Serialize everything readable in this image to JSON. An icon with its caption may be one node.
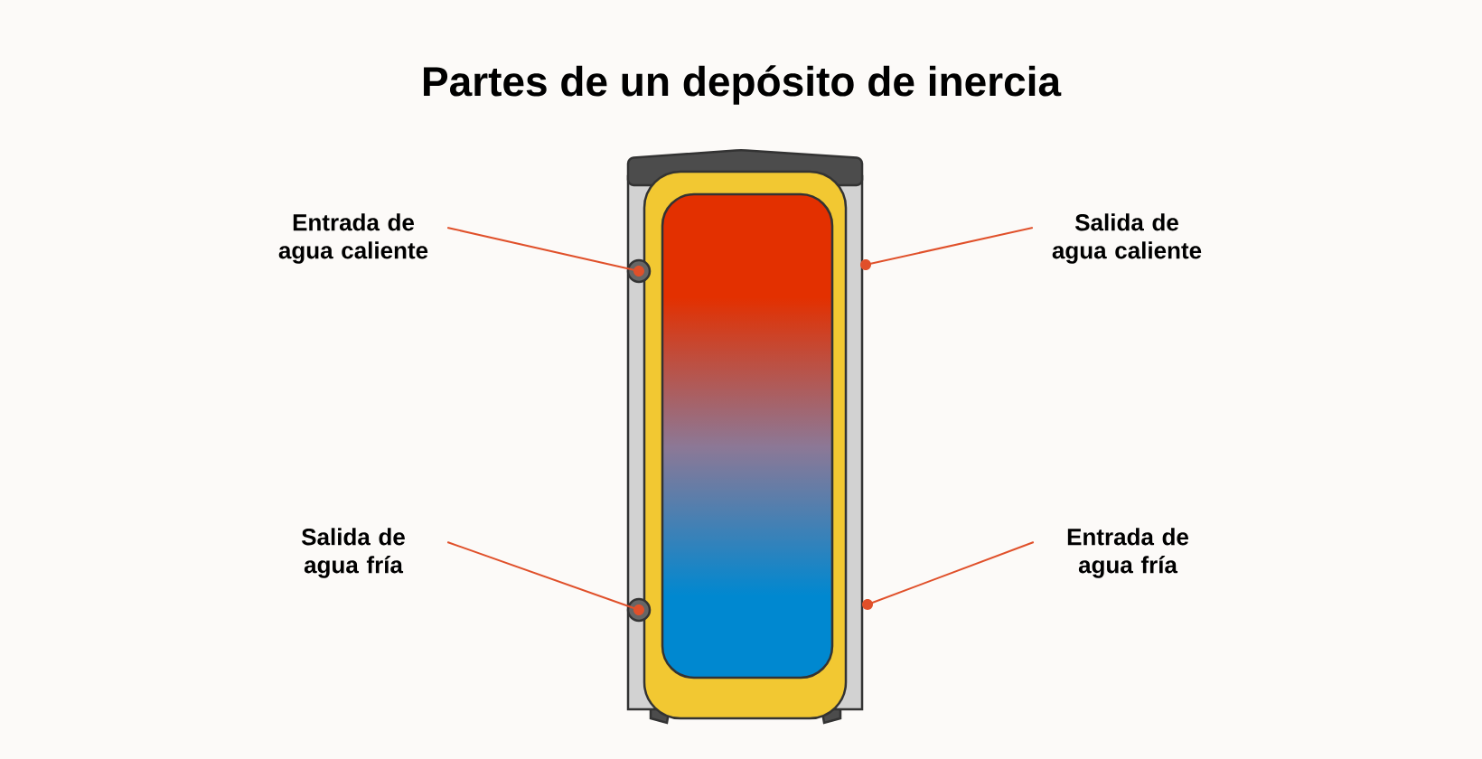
{
  "diagram": {
    "title": "Partes de un depósito de inercia",
    "nodes": [
      {
        "text": [
          "Entrada de agua caliente"
        ]
      },
      {
        "text": [
          "Salida de agua caliente"
        ]
      },
      {
        "text": [
          "Salida de agua fría"
        ]
      },
      {
        "text": [
          "Entrada de agua fría"
        ]
      },
      {
        "text": [],
        "shape": "circle"
      },
      {
        "text": [],
        "shape": "circle"
      },
      {
        "text": [],
        "shape": "circle"
      },
      {
        "text": [],
        "shape": "circle"
      }
    ],
    "edges": [
      {
        "from": 0,
        "to": 4,
        "arrow": "none"
      },
      {
        "from": 1,
        "to": 5,
        "arrow": "none"
      },
      {
        "from": 2,
        "to": 6,
        "arrow": "none"
      },
      {
        "from": 3,
        "to": 7,
        "arrow": "none"
      }
    ]
  }
}
